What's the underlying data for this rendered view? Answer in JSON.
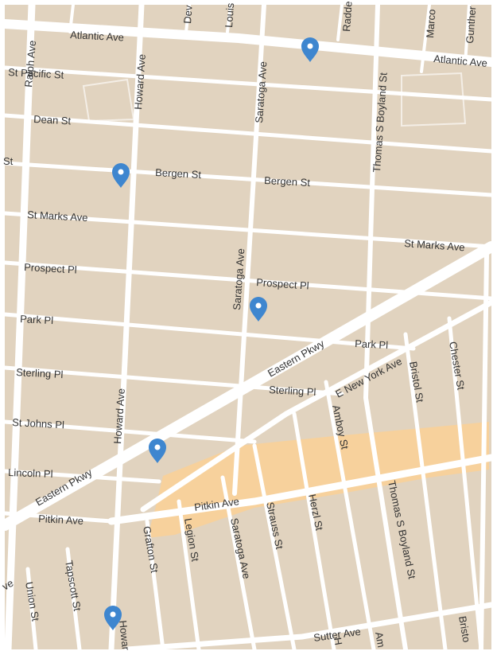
{
  "map": {
    "colors": {
      "land": "#e1d3bf",
      "road": "#ffffff",
      "commercial": "#f7d19c",
      "pin": "#3e86cf",
      "pin_dot": "#ffffff",
      "label": "#333333"
    },
    "labels": {
      "atlantic_ave_w": "Atlantic Ave",
      "atlantic_ave_e": "Atlantic Ave",
      "ralph_ave": "Ralph Ave",
      "pacific_st": "St  Pacific St",
      "dean_st": "Dean St",
      "st_fragment": "St",
      "bergen_st_w": "Bergen St",
      "bergen_st_e": "Bergen St",
      "st_marks_ave_w": "St Marks Ave",
      "st_marks_ave_e": "St Marks Ave",
      "prospect_pl_w": "Prospect Pl",
      "prospect_pl_e": "Prospect Pl",
      "park_pl_w": "Park Pl",
      "park_pl_e": "Park Pl",
      "sterling_pl_w": "Sterling Pl",
      "sterling_pl_e": "Sterling Pl",
      "st_johns_pl": "St Johns Pl",
      "lincoln_pl": "Lincoln Pl",
      "eastern_pkwy_w": "Eastern Pkwy",
      "eastern_pkwy_e": "Eastern Pkwy",
      "e_new_york_ave": "E New York Ave",
      "pitkin_ave_w": "Pitkin Ave",
      "pitkin_ave_e": "Pitkin Ave",
      "howard_ave_n": "Howard Ave",
      "howard_ave_mid": "Howard Ave",
      "howard_ave_s": "Howar",
      "saratoga_ave_n": "Saratoga Ave",
      "saratoga_ave_mid": "Saratoga Ave",
      "saratoga_ave_s": "Saratoga Ave",
      "thomas_boyland_n": "Thomas S Boyland St",
      "thomas_boyland_s": "Thomas S Boyland St",
      "bristol_st_n": "Bristol St",
      "bristol_st_s": "Bristo",
      "chester_st": "Chester St",
      "amboy_st": "Amboy St",
      "amboy_st_s": "Am",
      "strauss_st": "Strauss St",
      "herzl_st": "Herzl St",
      "herzl_st_s": "H",
      "legion_st": "Legion St",
      "grafton_st": "Grafton St",
      "tapscott_st": "Tapscott St",
      "union_st": "Union St",
      "ave_fragment": "ve",
      "sutter_ave": "Sutter Ave",
      "dev_fragment": "Dev",
      "loui_fragment": "Louis",
      "radde_fragment": "Radde",
      "marco_fragment": "Marco",
      "gunther_fragment": "Gunther"
    },
    "pins": [
      {
        "name": "pin-atlantic"
      },
      {
        "name": "pin-bergen"
      },
      {
        "name": "pin-saratoga-park"
      },
      {
        "name": "pin-eastern-pkwy"
      },
      {
        "name": "pin-howard-south"
      }
    ]
  }
}
